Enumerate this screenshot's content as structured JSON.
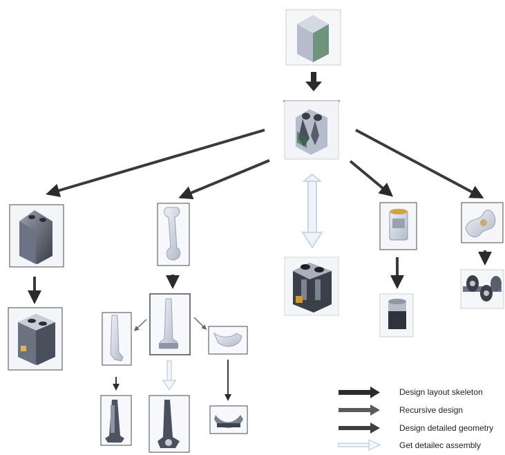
{
  "colors": {
    "layout_skeleton": "#2b2b2b",
    "recursive_design": "#555555",
    "detailed_geometry": "#404040",
    "detailed_assembly": "#c9d6e6",
    "frame": "#4a4a4a",
    "part_dark": "#3d4048",
    "part_light": "#c7ccd6",
    "part_mid": "#8a909c"
  },
  "legend": [
    {
      "label": "Design layout skeleton",
      "style": "dark"
    },
    {
      "label": "Recursive design",
      "style": "medium"
    },
    {
      "label": "Design detailed geometry",
      "style": "medium-dark"
    },
    {
      "label": "Get detailec assembly",
      "style": "hollow"
    }
  ]
}
